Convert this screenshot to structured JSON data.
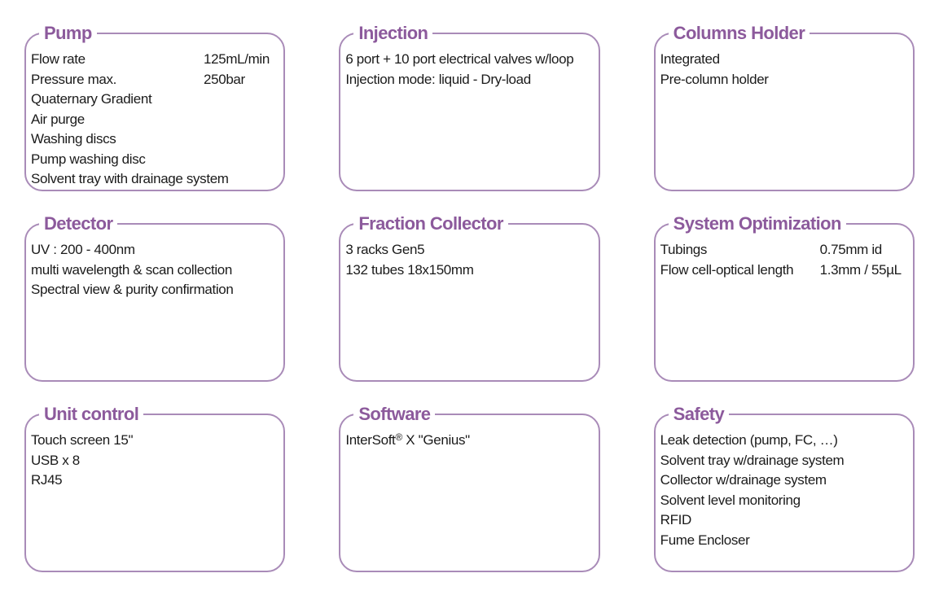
{
  "theme": {
    "title_color": "#8C5A9C",
    "border_color": "#A98BB8",
    "text_color": "#1B1B1B",
    "background": "#FFFFFF"
  },
  "cards": [
    {
      "id": "pump",
      "title": "Pump",
      "rows": [
        {
          "label": "Flow rate",
          "value": "125mL/min"
        },
        {
          "label": "Pressure max.",
          "value": "250bar"
        },
        {
          "label": "Quaternary Gradient"
        },
        {
          "label": "Air purge"
        },
        {
          "label": "Washing discs"
        },
        {
          "label": "Pump washing disc"
        },
        {
          "label": "Solvent tray with drainage system"
        }
      ]
    },
    {
      "id": "injection",
      "title": "Injection",
      "rows": [
        {
          "label": "6 port + 10 port electrical valves w/loop"
        },
        {
          "label": "Injection mode: liquid - Dry-load"
        }
      ]
    },
    {
      "id": "columns-holder",
      "title": "Columns Holder",
      "rows": [
        {
          "label": "Integrated"
        },
        {
          "label": "Pre-column holder"
        }
      ]
    },
    {
      "id": "detector",
      "title": "Detector",
      "rows": [
        {
          "label": "UV : 200 - 400nm"
        },
        {
          "label": "multi wavelength & scan collection"
        },
        {
          "label": "Spectral view & purity confirmation"
        }
      ]
    },
    {
      "id": "fraction-collector",
      "title": "Fraction Collector",
      "rows": [
        {
          "label": "3 racks Gen5"
        },
        {
          "label": "132 tubes 18x150mm"
        }
      ]
    },
    {
      "id": "system-optimization",
      "title": "System Optimization",
      "rows": [
        {
          "label": "Tubings",
          "value": "0.75mm id"
        },
        {
          "label": "Flow cell-optical length",
          "value": "1.3mm / 55µL"
        }
      ]
    },
    {
      "id": "unit-control",
      "title": "Unit control",
      "rows": [
        {
          "label": "Touch screen 15\""
        },
        {
          "label": "USB x 8"
        },
        {
          "label": "RJ45"
        }
      ]
    },
    {
      "id": "software",
      "title": "Software",
      "rows": [
        {
          "pre": "InterSoft",
          "sup": "®",
          "post": " X \"Genius\""
        }
      ]
    },
    {
      "id": "safety",
      "title": "Safety",
      "rows": [
        {
          "label": "Leak detection (pump, FC, …)"
        },
        {
          "label": "Solvent tray w/drainage system"
        },
        {
          "label": "Collector w/drainage system"
        },
        {
          "label": "Solvent level monitoring"
        },
        {
          "label": "RFID"
        },
        {
          "label": "Fume Encloser"
        }
      ]
    }
  ]
}
